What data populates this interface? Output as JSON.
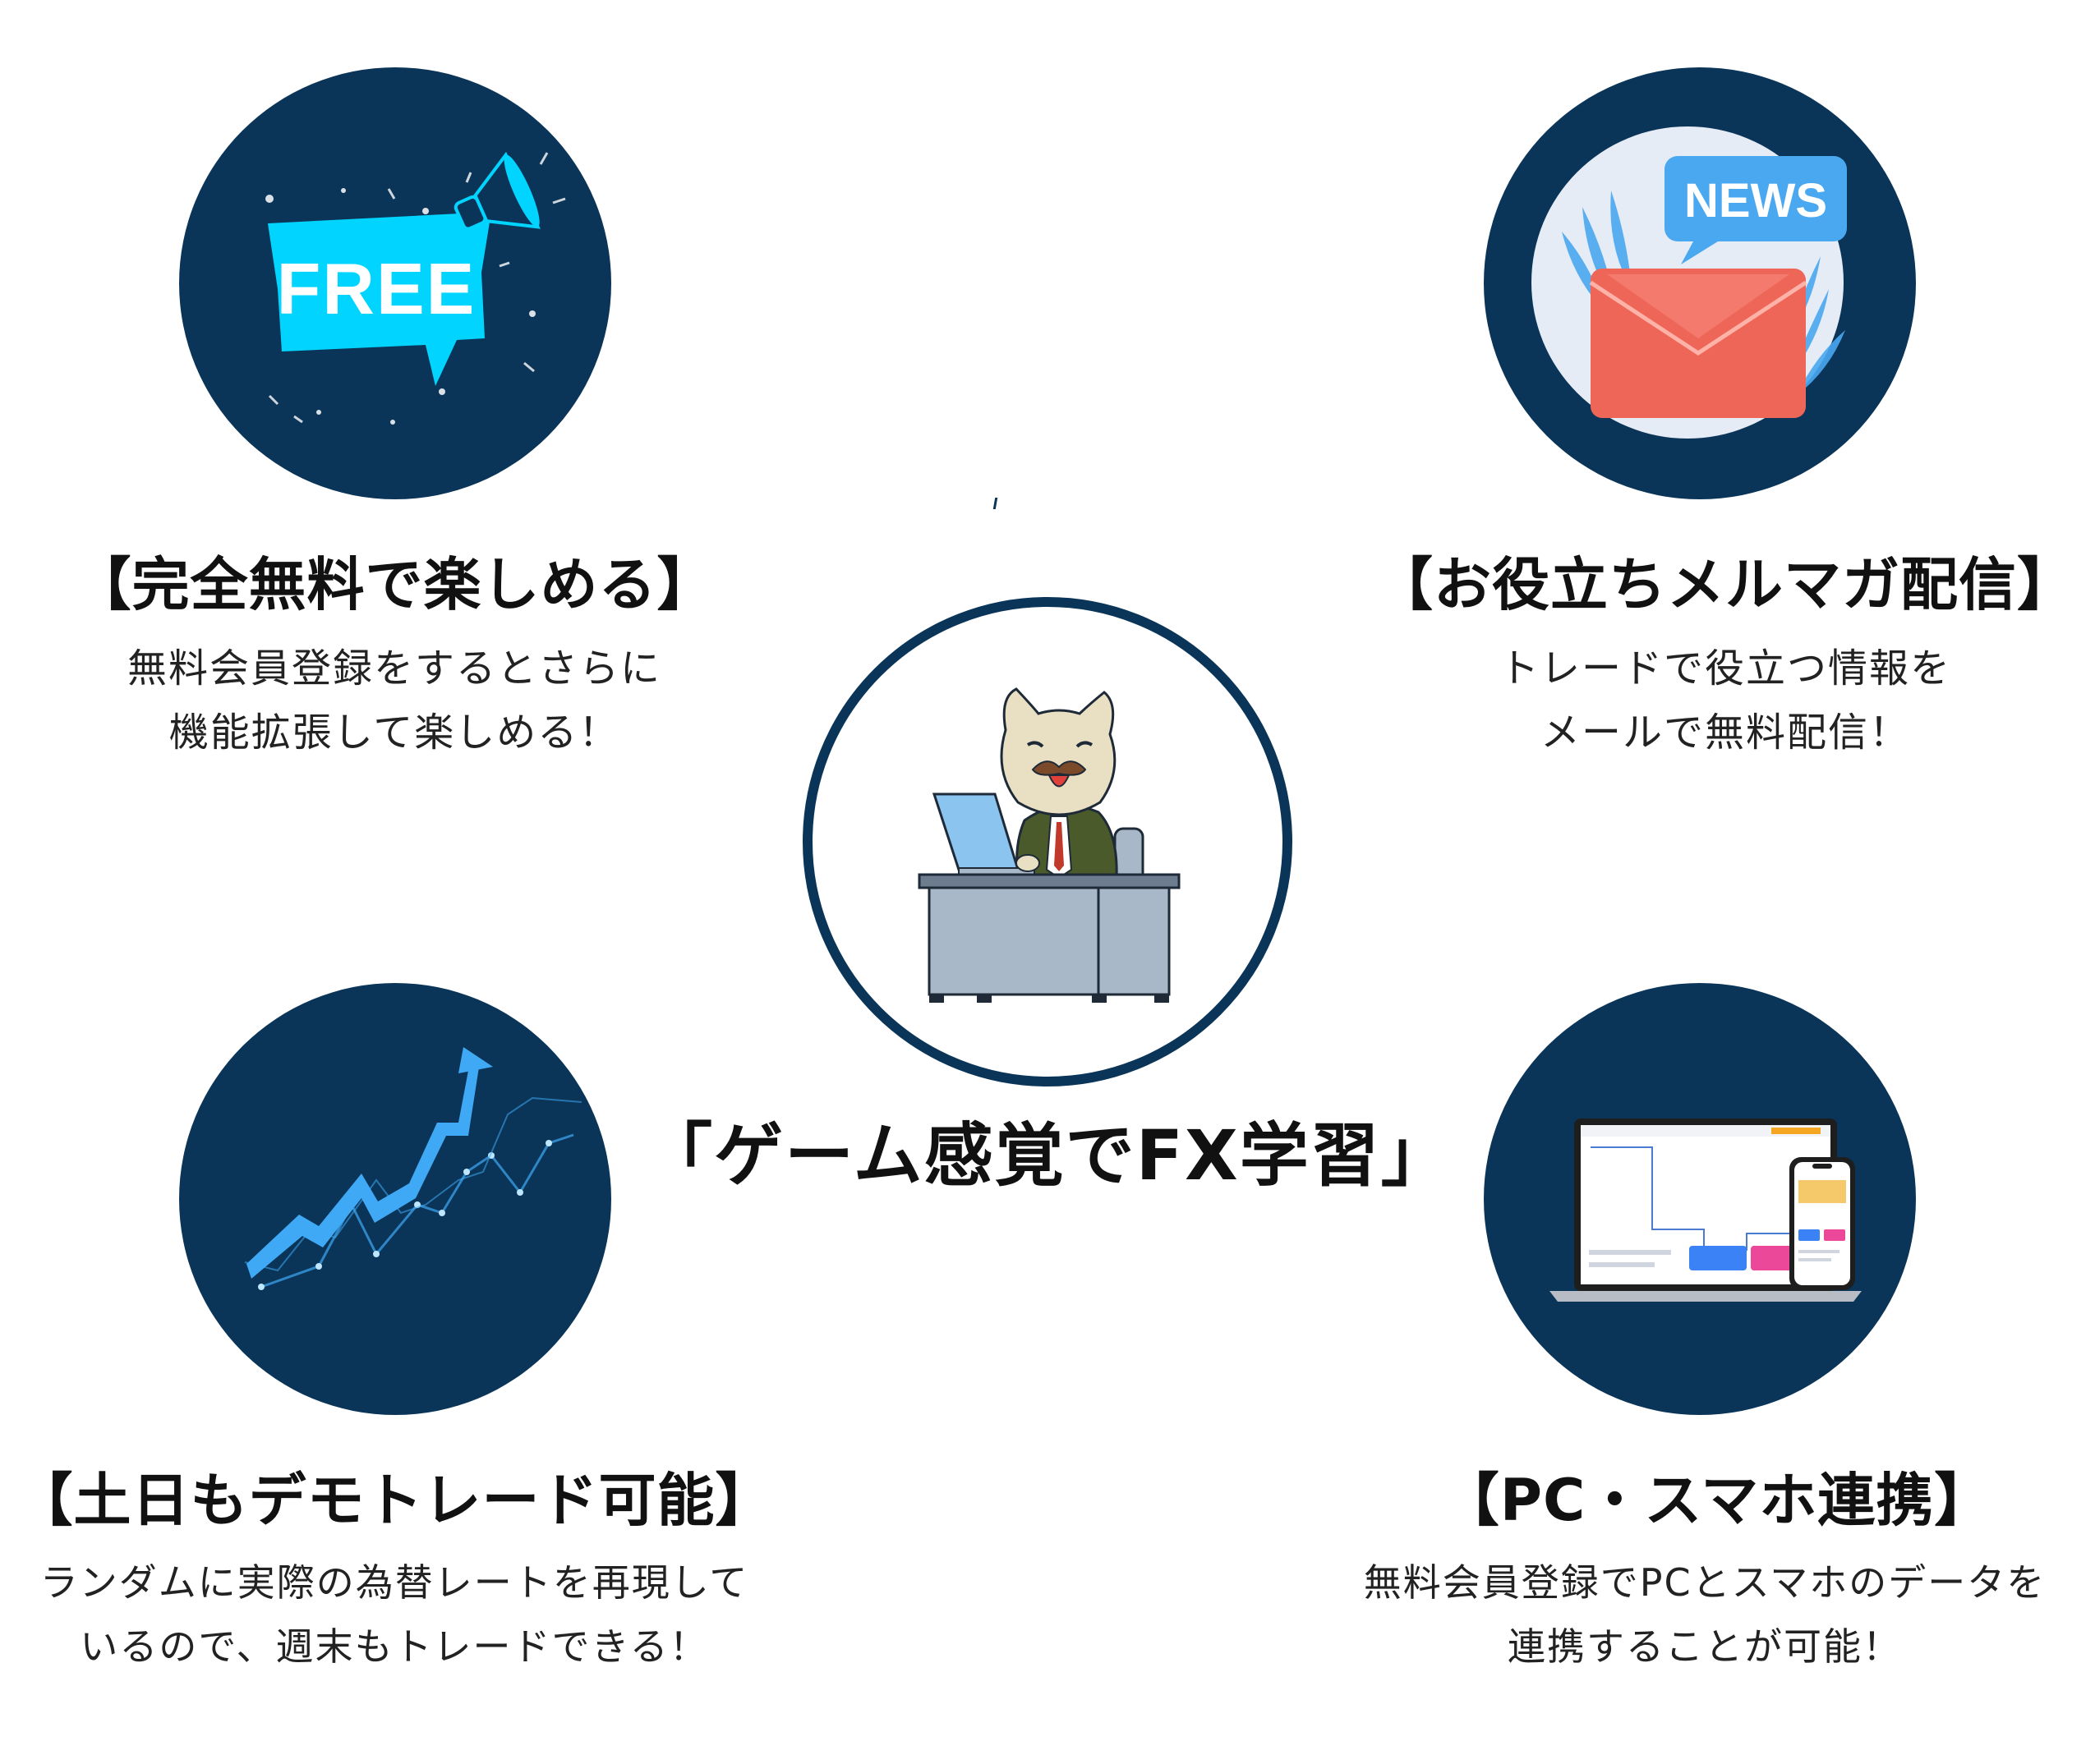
{
  "features": {
    "free": {
      "title": "【完全無料で楽しめる】",
      "desc_line1": "無料会員登録をするとさらに",
      "desc_line2": "機能拡張して楽しめる！",
      "badge": "FREE",
      "icon": "megaphone-speech-bubble-icon"
    },
    "news": {
      "title": "【お役立ちメルマガ配信】",
      "desc_line1": "トレードで役立つ情報を",
      "desc_line2": "メールで無料配信！",
      "badge": "NEWS",
      "icon": "envelope-news-icon"
    },
    "demo": {
      "title": "【土日もデモトレード可能】",
      "desc_line1": "ランダムに実際の為替レートを再現して",
      "desc_line2": "いるので、週末もトレードできる！",
      "icon": "rising-chart-icon"
    },
    "pc": {
      "title": "【PC・スマホ連携】",
      "desc_line1": "無料会員登録でPCとスマホのデータを",
      "desc_line2": "連携することが可能！",
      "icon": "laptop-phone-icon"
    }
  },
  "headline": "「ゲーム感覚でFX学習」",
  "center_icon": "cat-mascot-at-desk-icon",
  "colors": {
    "circle_bg": "#0a3558",
    "cyan": "#00d4ff",
    "news_blue": "#4aa8f0",
    "envelope_red": "#ef6a5c",
    "chart_blue": "#3fa9f5",
    "text": "#111111"
  }
}
